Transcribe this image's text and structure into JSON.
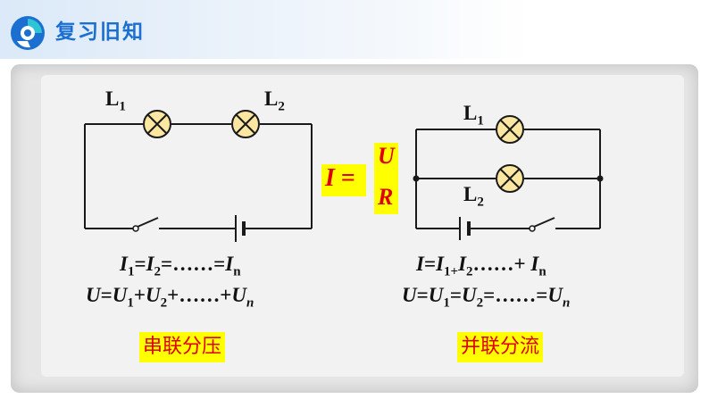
{
  "header": {
    "title": "复习旧知"
  },
  "series_circuit": {
    "lamp1_main": "L",
    "lamp1_sub": "1",
    "lamp2_main": "L",
    "lamp2_sub": "2",
    "current": {
      "I": "I",
      "s1": "1",
      "eq1": "=",
      "s2": "2",
      "eq2": "=……=",
      "sn": "n"
    },
    "voltage": {
      "U": "U",
      "eq1": "=",
      "s1": "1",
      "p1": "+",
      "s2": "2",
      "p2": "+……+",
      "sn": "n"
    },
    "tag": "串联分压"
  },
  "ohms_law": {
    "I": "I",
    "eq": "=",
    "numerator": "U",
    "denominator": "R"
  },
  "parallel_circuit": {
    "lamp1_main": "L",
    "lamp1_sub": "1",
    "lamp2_main": "L",
    "lamp2_sub": "2",
    "current": {
      "I": "I",
      "eq": "=",
      "s1": "1+",
      "s2": "2",
      "dots": "……+ ",
      "sn": "n"
    },
    "voltage": {
      "U": "U",
      "eq1": "=",
      "s1": "1",
      "eq2": "=",
      "s2": "2",
      "eq3": "=……=",
      "sn": "n"
    },
    "tag": "并联分流"
  },
  "colors": {
    "accent_blue": "#1a6fd0",
    "lamp_fill": "#fbe7a1",
    "highlight": "#ffff00",
    "red_text": "#e00000"
  },
  "icons": [
    "app-logo-icon",
    "lamp-icon",
    "switch-icon",
    "battery-icon"
  ]
}
